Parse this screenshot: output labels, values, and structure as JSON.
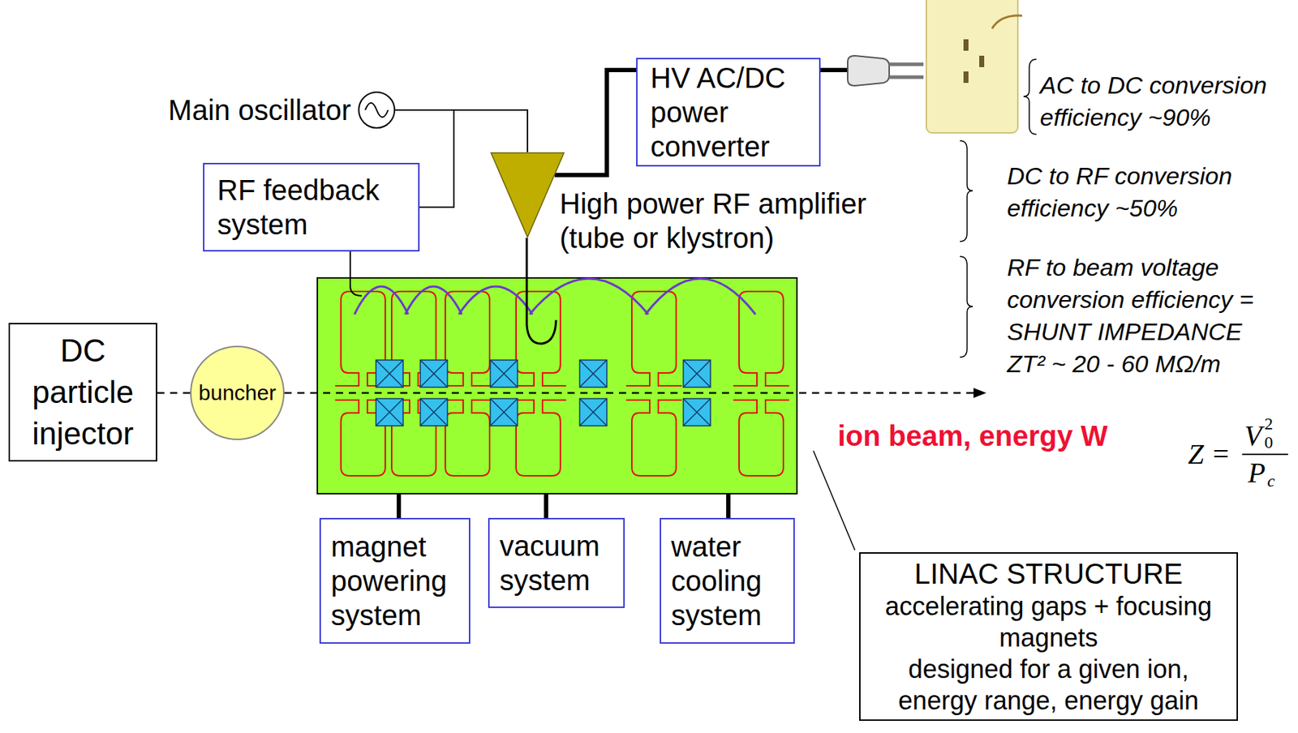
{
  "diagram": {
    "nodes": [
      {
        "text": [
          "Main oscillator"
        ]
      },
      {
        "text": [
          "HV AC/DC power converter"
        ]
      },
      {
        "text": [
          "RF feedback system"
        ]
      },
      {
        "text": [
          "High power RF amplifier (tube or klystron)"
        ]
      },
      {
        "text": [
          "DC particle injector"
        ]
      },
      {
        "text": [
          "buncher"
        ]
      },
      {
        "text": [
          "magnet powering system"
        ]
      },
      {
        "text": [
          "vacuum system"
        ]
      },
      {
        "text": [
          "water cooling system"
        ]
      },
      {
        "text": [
          "LINAC STRUCTURE",
          "accelerating gaps + focusing magnets",
          "designed for a given ion, energy range, energy gain"
        ]
      }
    ],
    "edges": [
      {
        "from": 0,
        "to": 3,
        "arrow": "none"
      },
      {
        "from": 0,
        "to": 2,
        "arrow": "none"
      },
      {
        "from": 1,
        "to": 3,
        "arrow": "none"
      },
      {
        "from": 4,
        "to": 5,
        "arrow": "none"
      }
    ],
    "labels": [
      "AC to DC conversion efficiency ~90%",
      "DC to RF conversion efficiency ~50%",
      "RF to beam voltage conversion efficiency = SHUNT IMPEDANCE ZT² ~ 20 - 60 MΩ/m",
      "ion beam, energy W",
      "Z =",
      "V",
      "0",
      "2",
      "P",
      "c"
    ]
  }
}
